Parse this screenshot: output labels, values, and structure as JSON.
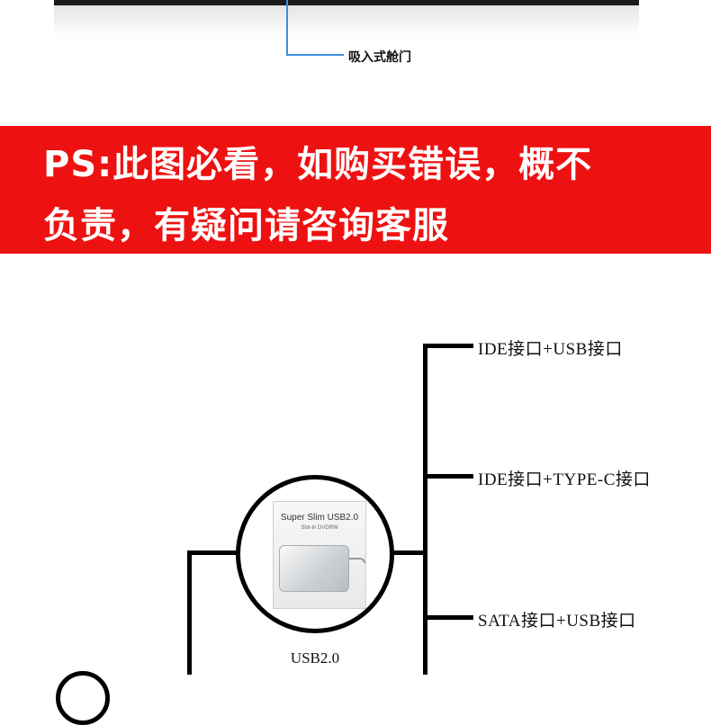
{
  "top": {
    "callout_label": "吸入式舱门",
    "colors": {
      "callout_line": "#3a8fd8",
      "device": "#1b1b1b"
    }
  },
  "banner": {
    "line1": "PS:此图必看，如购买错误，概不",
    "line2": "负责，有疑问请咨询客服",
    "colors": {
      "background": "#ee1111",
      "text": "#ffffff"
    }
  },
  "diagram": {
    "product": {
      "box_title": "Super Slim USB2.0",
      "box_subtitle": "Slot-in DVDRW",
      "caption": "USB2.0"
    },
    "interfaces": [
      {
        "label": "IDE接口+USB接口"
      },
      {
        "label": "IDE接口+TYPE-C接口"
      },
      {
        "label": "SATA接口+USB接口"
      }
    ]
  }
}
